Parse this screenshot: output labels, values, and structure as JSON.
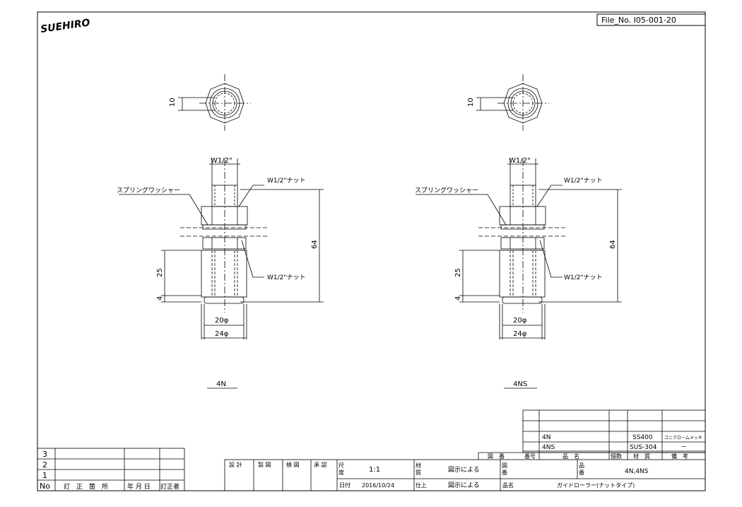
{
  "header": {
    "logo_text": "SUEHIRO",
    "file_no": "File_No. I05-001-20"
  },
  "views": [
    {
      "name": "4N",
      "dim_top": "10",
      "thread": "W1/2\"",
      "label_washer": "スプリングワッシャー",
      "label_nut_top": "W1/2\"ナット",
      "label_nut_bottom": "W1/2\"ナット",
      "dim_height": "64",
      "dim_body": "25",
      "dim_base": "4",
      "dim_inner": "20φ",
      "dim_outer": "24φ"
    },
    {
      "name": "4NS",
      "dim_top": "10",
      "thread": "W1/2\"",
      "label_washer": "スプリングワッシャー",
      "label_nut_top": "W1/2\"ナット",
      "label_nut_bottom": "W1/2\"ナット",
      "dim_height": "64",
      "dim_body": "25",
      "dim_base": "4",
      "dim_inner": "20φ",
      "dim_outer": "24φ"
    }
  ],
  "parts_list": {
    "rows": [
      {
        "name": "4N",
        "material": "SS400",
        "note": "ユニクロームメッキ"
      },
      {
        "name": "4NS",
        "material": "SUS-304",
        "note": "－"
      }
    ],
    "header": {
      "zuban": "図　番",
      "bango": "番号",
      "hinmei": "品　名",
      "kosu": "個数",
      "zaishitsu": "材　質",
      "biko": "備　考"
    }
  },
  "revision_table": {
    "rows": [
      "3",
      "2",
      "1"
    ],
    "header": {
      "no": "No",
      "location": "訂　正　箇　所",
      "date": "年 月 日",
      "by": "訂正者"
    }
  },
  "title_block": {
    "sekkei": "設 計",
    "seizu": "製 図",
    "kenzu": "検 図",
    "shonin": "承 認",
    "scale_label_1": "尺",
    "scale_label_2": "度",
    "scale": "1:1",
    "material_label_1": "材",
    "material_label_2": "質",
    "material": "図示による",
    "zuban_label_1": "図",
    "zuban_label_2": "番",
    "hinban_label_1": "品",
    "hinban_label_2": "番",
    "hinban": "4N,4NS",
    "date_label": "日付",
    "date": "2016/10/24",
    "finish_label": "仕上",
    "finish": "図示による",
    "name_label": "品名",
    "name": "ガイドローラー(ナットタイプ)"
  }
}
